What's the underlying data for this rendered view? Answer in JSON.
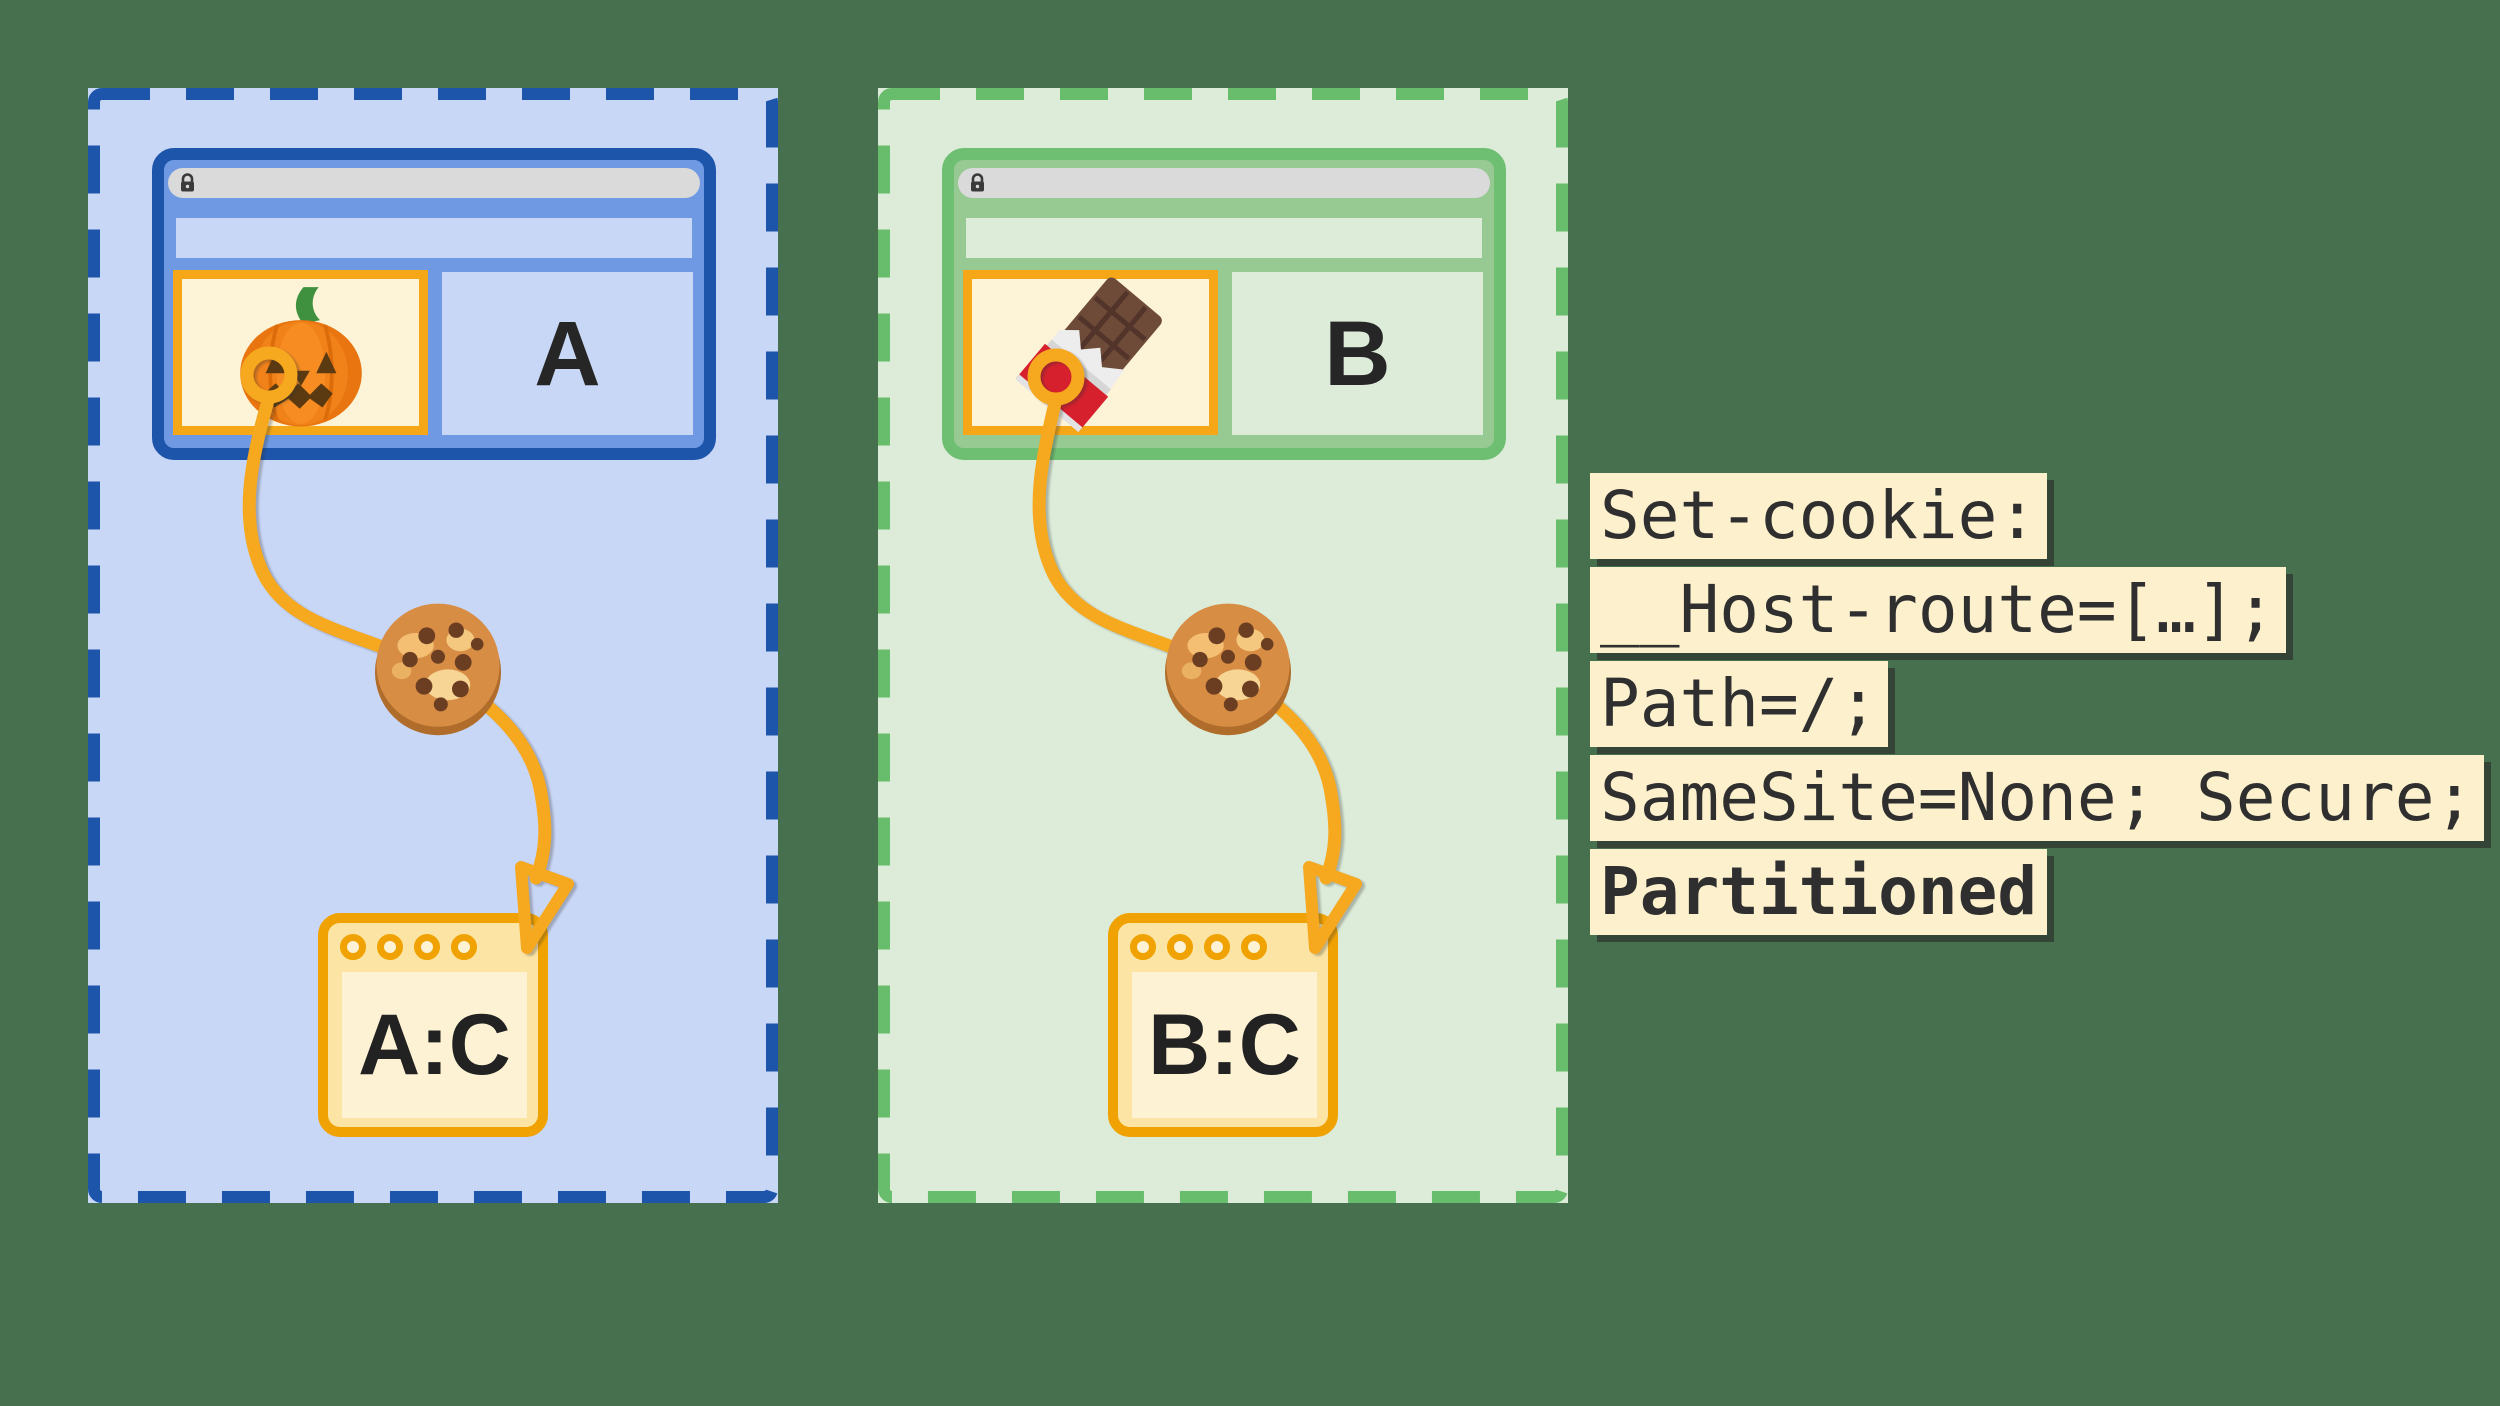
{
  "background_color": "#47714e",
  "orange_accent": "#f6a81f",
  "partitions": [
    {
      "name": "partition-site-a",
      "label": "A",
      "store_label": "A:C",
      "frame_icon": "jack-o-lantern",
      "cookie_icon": "cookie",
      "browser_icons": [
        "lock"
      ],
      "accent_color": "#1d55ab",
      "fill_color": "#c9d7f7"
    },
    {
      "name": "partition-site-b",
      "label": "B",
      "store_label": "B:C",
      "frame_icon": "chocolate-bar",
      "cookie_icon": "cookie",
      "browser_icons": [
        "lock"
      ],
      "accent_color": "#68bd6c",
      "fill_color": "#dcecd9"
    }
  ],
  "code_block": {
    "background_color": "#fdf0cd",
    "lines": [
      {
        "text": "Set-cookie:",
        "bold": false
      },
      {
        "text": "__Host-route=[…];",
        "bold": false
      },
      {
        "text": "Path=/;",
        "bold": false
      },
      {
        "text": "SameSite=None; Secure;",
        "bold": false
      },
      {
        "text": "Partitioned",
        "bold": true
      }
    ]
  }
}
